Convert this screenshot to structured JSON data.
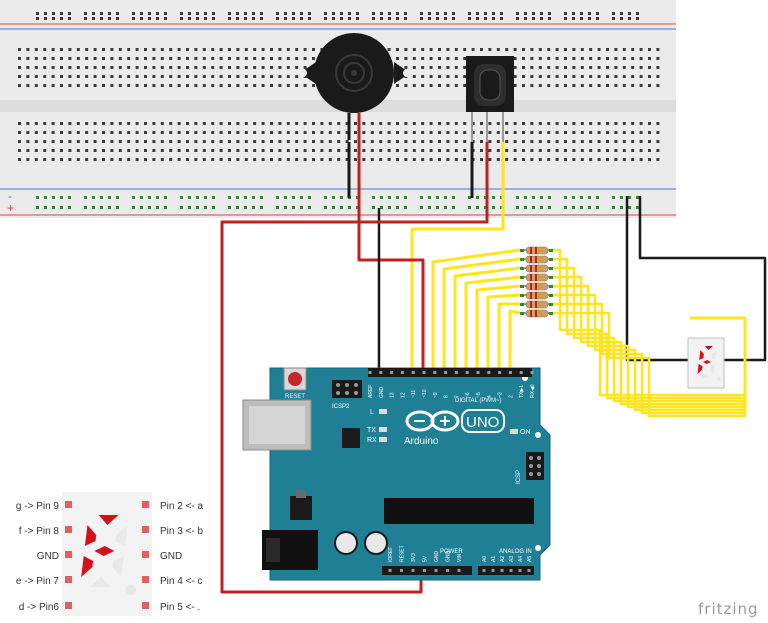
{
  "watermark": "fritzing",
  "colors": {
    "breadboard": "#ebebeb",
    "rail_red": "#e04040",
    "rail_blue": "#4a6fd1",
    "arduino": "#1e7f95",
    "wire_red": "#c0201e",
    "wire_black": "#1a1a1a",
    "wire_yellow": "#ffe51a",
    "segment_on": "#d6101a",
    "segment_off": "#e8e8e8"
  },
  "breadboard": {
    "rail_plus": "+",
    "rail_minus": "-"
  },
  "arduino": {
    "logo_text": "Arduino",
    "model": "UNO",
    "reset": "RESET",
    "icsp2": "ICSP2",
    "icsp": "ICSP",
    "on_led": "ON",
    "led_l": "L",
    "led_tx": "TX",
    "led_rx": "RX",
    "digital_header": "DIGITAL (PWM~)",
    "analog_header": "ANALOG IN",
    "power_header": "POWER",
    "digital_pins": [
      "AREF",
      "GND",
      "13",
      "12",
      "~11",
      "~10",
      "~9",
      "8",
      "7",
      "~6",
      "~5",
      "4",
      "~3",
      "2",
      "TX▶1",
      "RX◀0"
    ],
    "power_pins": [
      "IOREF",
      "RESET",
      "3V3",
      "5V",
      "GND",
      "GND",
      "VIN"
    ],
    "analog_pins": [
      "A0",
      "A1",
      "A2",
      "A3",
      "A4",
      "A5"
    ]
  },
  "display": {
    "shown_digit": "F"
  },
  "pinout": {
    "left": [
      "g -> Pin 9",
      "f -> Pin 8",
      "GND",
      "e -> Pin 7",
      "d -> Pin6"
    ],
    "right": [
      "Pin 2  <- a",
      "Pin 3  <- b",
      "GND",
      "Pin 4  <- c",
      "Pin 5  <- ."
    ]
  }
}
